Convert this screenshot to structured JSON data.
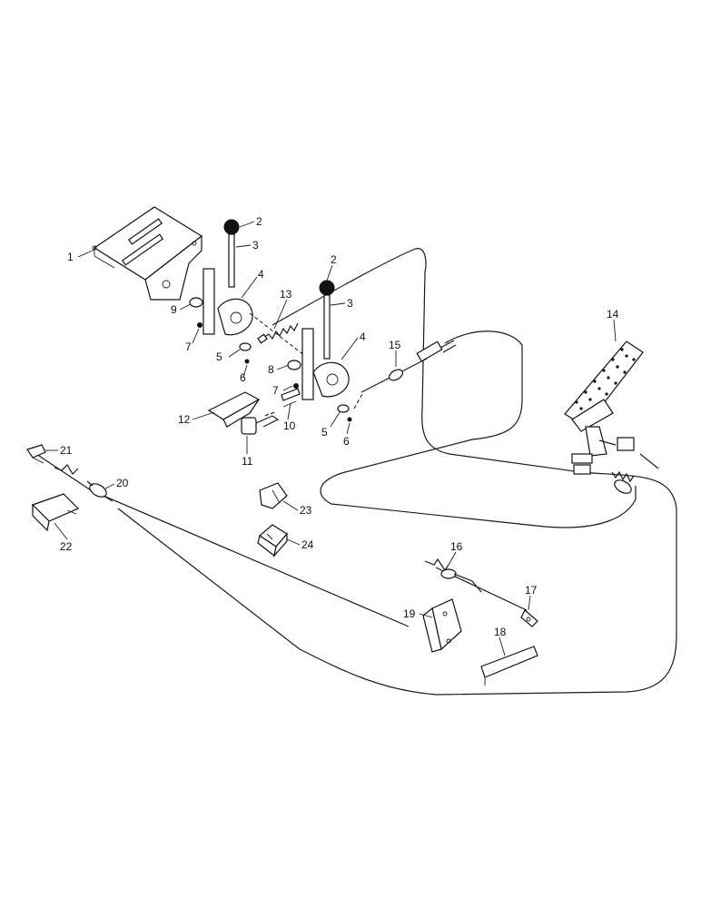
{
  "diagram": {
    "callouts": [
      {
        "id": "c1",
        "text": "1"
      },
      {
        "id": "c2a",
        "text": "2"
      },
      {
        "id": "c2b",
        "text": "2"
      },
      {
        "id": "c3a",
        "text": "3"
      },
      {
        "id": "c3b",
        "text": "3"
      },
      {
        "id": "c4a",
        "text": "4"
      },
      {
        "id": "c4b",
        "text": "4"
      },
      {
        "id": "c5a",
        "text": "5"
      },
      {
        "id": "c5b",
        "text": "5"
      },
      {
        "id": "c6a",
        "text": "6"
      },
      {
        "id": "c6b",
        "text": "6"
      },
      {
        "id": "c7a",
        "text": "7"
      },
      {
        "id": "c7b",
        "text": "7"
      },
      {
        "id": "c8",
        "text": "8"
      },
      {
        "id": "c9",
        "text": "9"
      },
      {
        "id": "c10",
        "text": "10"
      },
      {
        "id": "c11",
        "text": "11"
      },
      {
        "id": "c12",
        "text": "12"
      },
      {
        "id": "c13",
        "text": "13"
      },
      {
        "id": "c14",
        "text": "14"
      },
      {
        "id": "c15",
        "text": "15"
      },
      {
        "id": "c16",
        "text": "16"
      },
      {
        "id": "c17",
        "text": "17"
      },
      {
        "id": "c18",
        "text": "18"
      },
      {
        "id": "c19",
        "text": "19"
      },
      {
        "id": "c20",
        "text": "20"
      },
      {
        "id": "c21",
        "text": "21"
      },
      {
        "id": "c22",
        "text": "22"
      },
      {
        "id": "c23",
        "text": "23"
      },
      {
        "id": "c24",
        "text": "24"
      }
    ]
  }
}
